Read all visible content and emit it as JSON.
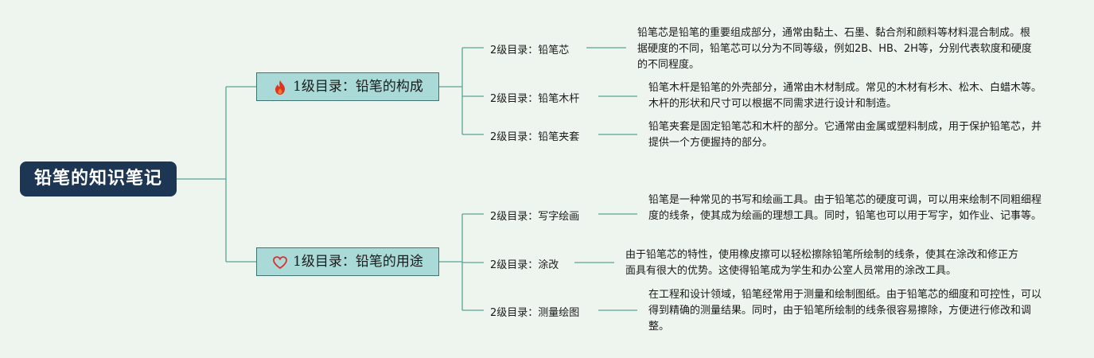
{
  "root": {
    "title": "铅笔的知识笔记"
  },
  "branches": [
    {
      "label": "1级目录：铅笔的构成",
      "icon": "fire-icon",
      "children": [
        {
          "label": "2级目录：铅笔芯",
          "desc": "铅笔芯是铅笔的重要组成部分，通常由黏土、石墨、黏合剂和颜料等材料混合制成。根据硬度的不同，铅笔芯可以分为不同等级，例如2B、HB、2H等，分别代表软度和硬度的不同程度。"
        },
        {
          "label": "2级目录：铅笔木杆",
          "desc": "铅笔木杆是铅笔的外壳部分，通常由木材制成。常见的木材有杉木、松木、白蜡木等。木杆的形状和尺寸可以根据不同需求进行设计和制造。"
        },
        {
          "label": "2级目录：铅笔夹套",
          "desc": "铅笔夹套是固定铅笔芯和木杆的部分。它通常由金属或塑料制成，用于保护铅笔芯，并提供一个方便握持的部分。"
        }
      ]
    },
    {
      "label": "1级目录：铅笔的用途",
      "icon": "heart-icon",
      "children": [
        {
          "label": "2级目录：写字绘画",
          "desc": "铅笔是一种常见的书写和绘画工具。由于铅笔芯的硬度可调，可以用来绘制不同粗细程度的线条，使其成为绘画的理想工具。同时，铅笔也可以用于写字，如作业、记事等。"
        },
        {
          "label": "2级目录：涂改",
          "desc": "由于铅笔芯的特性，使用橡皮擦可以轻松擦除铅笔所绘制的线条，使其在涂改和修正方面具有很大的优势。这使得铅笔成为学生和办公室人员常用的涂改工具。"
        },
        {
          "label": "2级目录：测量绘图",
          "desc": "在工程和设计领域，铅笔经常用于测量和绘制图纸。由于铅笔芯的细度和可控性，可以得到精确的测量结果。同时，由于铅笔所绘制的线条很容易擦除，方便进行修改和调整。"
        }
      ]
    }
  ],
  "colors": {
    "connector": "#5aa39b",
    "root_bg": "#1d3654",
    "l1_bg": "#a9dad7",
    "l1_border": "#3e7570",
    "background": "#eef5ee",
    "fire": "#e2321e",
    "heart": "#d9302e"
  }
}
